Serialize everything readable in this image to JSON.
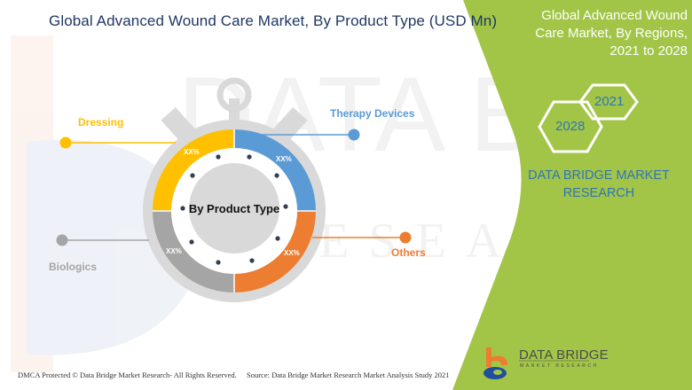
{
  "main": {
    "title": "Global  Advanced Wound Care Market, By Product Type (USD Mn)",
    "center_label": "By Product Type",
    "segments": [
      {
        "name": "Dressing",
        "value_label": "XX%",
        "color": "#ffc000"
      },
      {
        "name": "Therapy Devices",
        "value_label": "XX%",
        "color": "#5b9bd5"
      },
      {
        "name": "Others",
        "value_label": "XX%",
        "color": "#ed7d31"
      },
      {
        "name": "Biologics",
        "value_label": "XX%",
        "color": "#a5a5a5"
      }
    ]
  },
  "side_panel": {
    "title": "Global Advanced Wound Care Market, By Regions, 2021 to 2028",
    "hex_years": [
      "2021",
      "2028"
    ],
    "brand_text": "DATA BRIDGE MARKET RESEARCH",
    "accent_color": "#a2c547"
  },
  "logo": {
    "main": "DATA BRIDGE",
    "sub": "MARKET RESEARCH"
  },
  "footer": {
    "copyright": "DMCA Protected © Data Bridge Market Research- All Rights Reserved.",
    "source": "Source: Data Bridge Market Research Market Analysis Study 2021"
  },
  "chart_data": {
    "type": "pie",
    "title": "Global  Advanced Wound Care Market, By Product Type (USD Mn)",
    "categories": [
      "Dressing",
      "Therapy Devices",
      "Others",
      "Biologics"
    ],
    "values": [
      "XX%",
      "XX%",
      "XX%",
      "XX%"
    ],
    "center_label": "By Product Type",
    "legend_position": "callouts"
  }
}
